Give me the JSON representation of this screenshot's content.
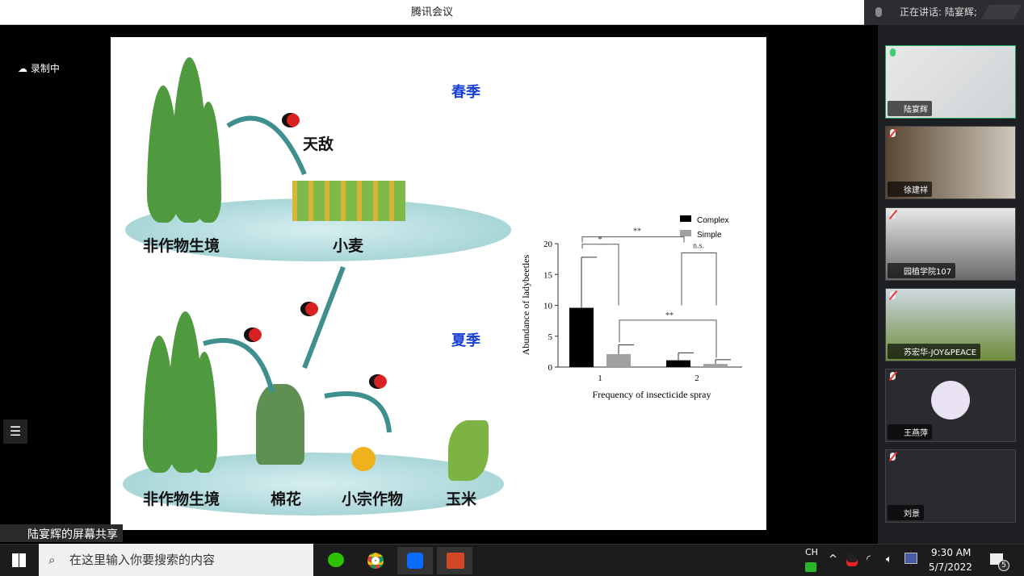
{
  "window": {
    "title": "腾讯会议",
    "speaking": "正在讲话: 陆宴辉;",
    "recording": "录制中",
    "share_label": "陆宴辉的屏幕共享"
  },
  "participants": [
    {
      "name": "陆宴辉",
      "mic": "on"
    },
    {
      "name": "徐建祥",
      "mic": "off"
    },
    {
      "name": "园植学院107",
      "mic": "off"
    },
    {
      "name": "苏宏华-JOY&PEACE",
      "mic": "off"
    },
    {
      "name": "王燕萍",
      "mic": "off"
    },
    {
      "name": "刘景",
      "mic": "off"
    }
  ],
  "slide": {
    "spring": "春季",
    "summer": "夏季",
    "enemy": "天敌",
    "noncrop1": "非作物生境",
    "wheat": "小麦",
    "noncrop2": "非作物生境",
    "cotton": "棉花",
    "minor": "小宗作物",
    "corn": "玉米"
  },
  "chart_data": {
    "type": "bar",
    "categories": [
      "1",
      "2"
    ],
    "series": [
      {
        "name": "Complex",
        "color": "#000000",
        "values": [
          9.6,
          1.1
        ],
        "errors": [
          17.8,
          2.3
        ]
      },
      {
        "name": "Simple",
        "color": "#a0a0a0",
        "values": [
          2.1,
          0.5
        ],
        "errors": [
          3.6,
          1.2
        ]
      }
    ],
    "xlabel": "Frequency of insecticide spray",
    "ylabel": "Abundance of ladybeetles",
    "ylim": [
      0,
      20
    ],
    "yticks": [
      "0",
      "5",
      "10",
      "15",
      "20"
    ],
    "annotations": [
      "*",
      "**",
      "n.s.",
      "**"
    ],
    "legend": "top-right"
  },
  "taskbar": {
    "search_placeholder": "在这里输入你要搜索的内容",
    "ime": "CH",
    "time": "9:30 AM",
    "date": "5/7/2022",
    "notifications": "5"
  }
}
